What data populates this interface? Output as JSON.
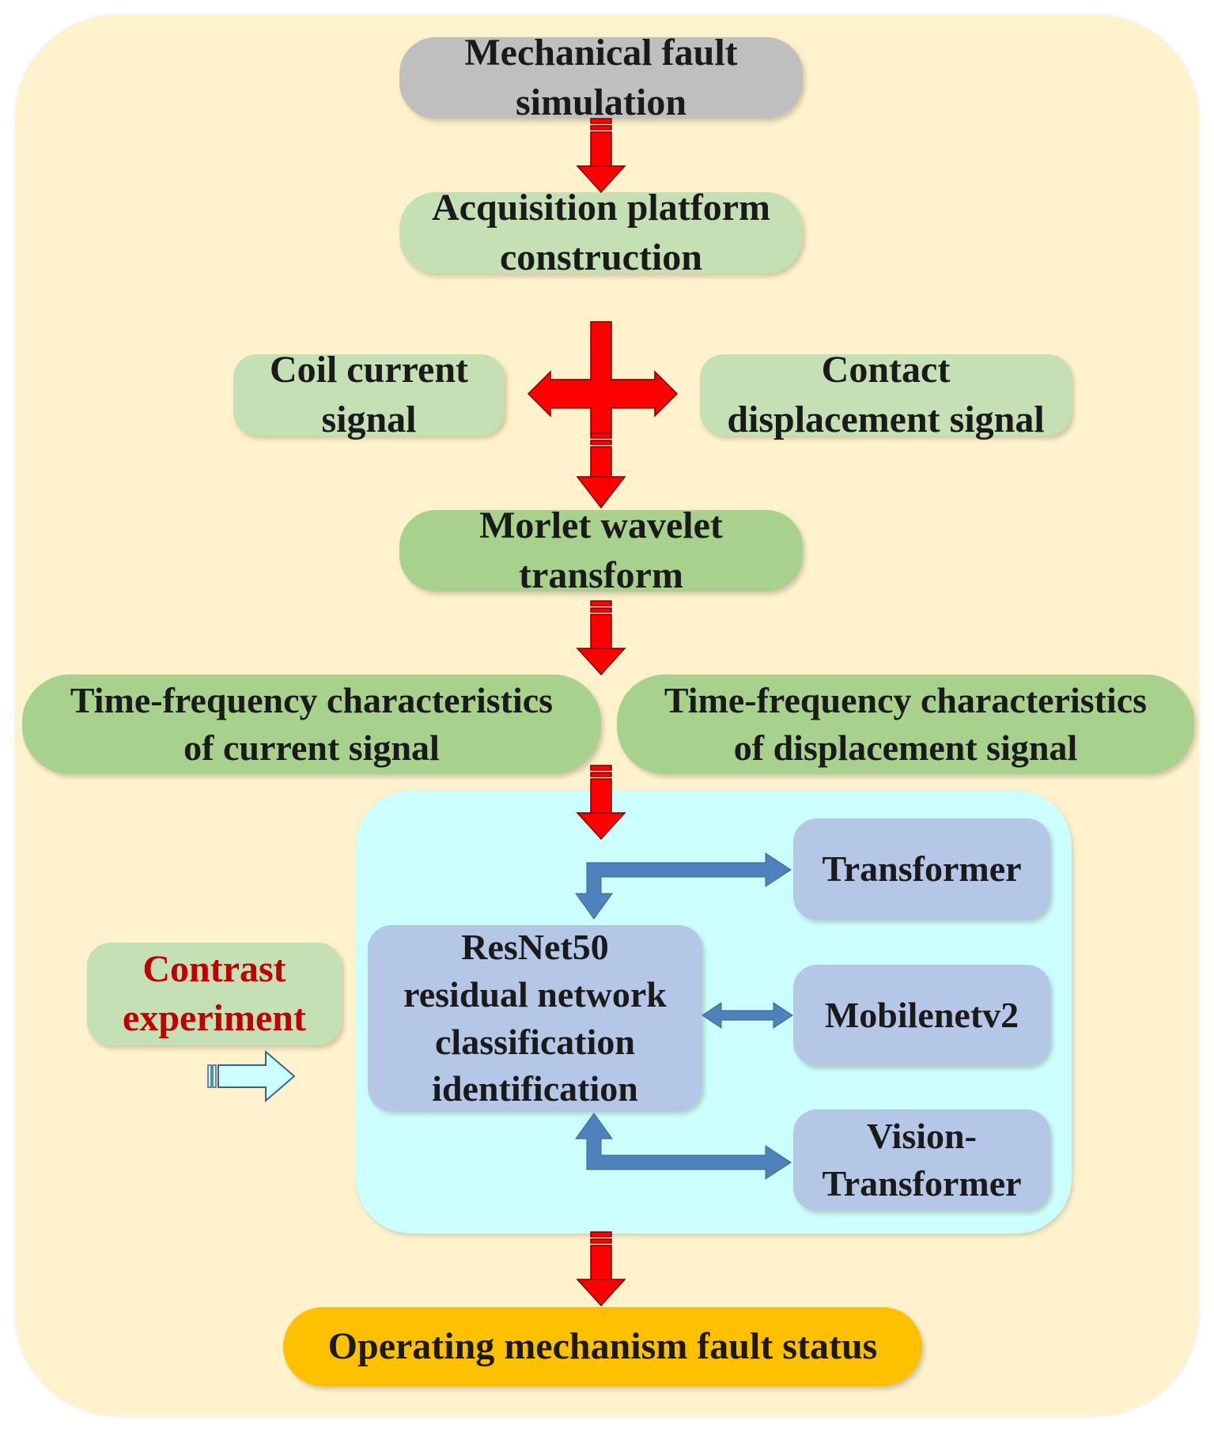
{
  "nodes": {
    "mechanical_fault_simulation": [
      "Mechanical fault",
      "simulation"
    ],
    "acquisition_platform": [
      "Acquisition platform",
      "construction"
    ],
    "coil_current_signal": [
      "Coil current",
      "signal"
    ],
    "contact_displacement_signal": [
      "Contact",
      "displacement signal"
    ],
    "morlet_wavelet": [
      "Morlet wavelet",
      "transform"
    ],
    "tf_current": [
      "Time-frequency characteristics",
      "of current signal"
    ],
    "tf_displacement": [
      "Time-frequency characteristics",
      "of displacement signal"
    ],
    "resnet50": [
      "ResNet50",
      "residual network",
      "classification",
      "identification"
    ],
    "transformer": [
      "Transformer"
    ],
    "mobilenetv2": [
      "Mobilenetv2"
    ],
    "vision_transformer": [
      "Vision-",
      "Transformer"
    ],
    "contrast_experiment": [
      "Contrast",
      "experiment"
    ],
    "fault_status": [
      "Operating mechanism fault status"
    ]
  },
  "colors": {
    "background": "#fff2cc",
    "start_node": "#bfbfbf",
    "light_green": "#c5e0b4",
    "green": "#a9d18e",
    "model_box": "#b4c7e7",
    "model_panel": "#ccffff",
    "output_node": "#ffc000",
    "flow_arrow": "#ff0000",
    "model_arrow": "#4f81bd",
    "contrast_text": "#c00000"
  }
}
